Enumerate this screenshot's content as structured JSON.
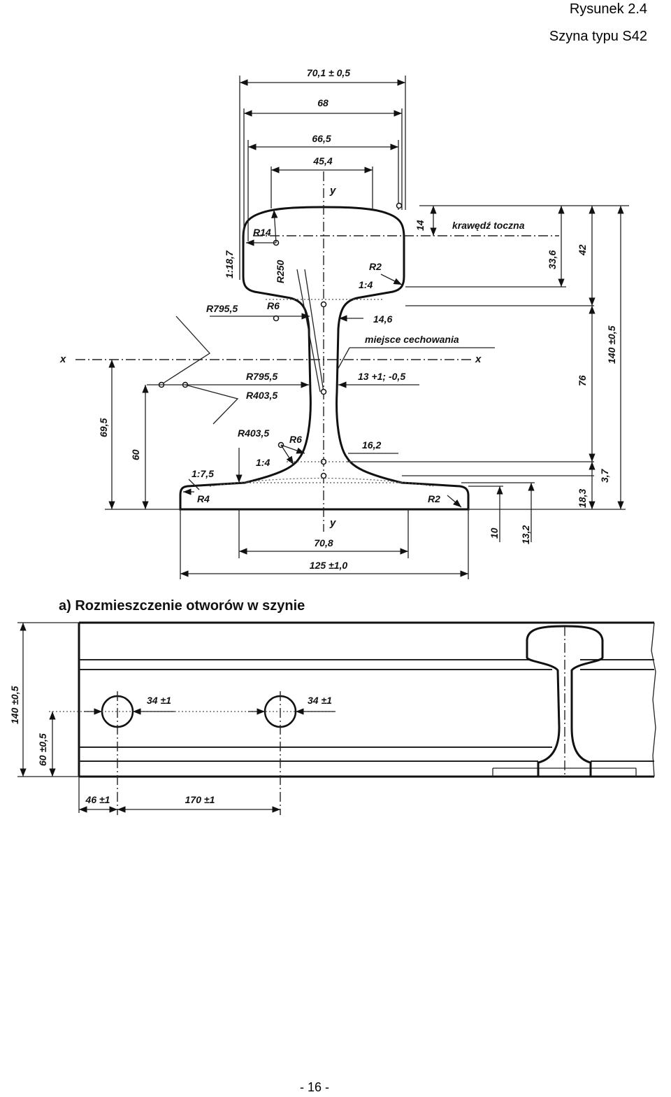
{
  "header": {
    "figure_caption": "Rysunek 2.4",
    "figure_subtitle": "Szyna typu S42"
  },
  "cross_section": {
    "width_labels": [
      "70,1 ± 0,5",
      "68",
      "66,5",
      "45,4"
    ],
    "axis_labels": {
      "y_top": "y",
      "y_bottom": "y",
      "x_left": "x",
      "x_right": "x"
    },
    "head_labels": [
      "R14",
      "1:18,7",
      "R250",
      "R2",
      "1:4",
      "14",
      "krawędź toczna",
      "33,6",
      "42"
    ],
    "web_labels": [
      "R795,5",
      "R6",
      "14,6",
      "miejsce cechowania",
      "R795,5",
      "R403,5",
      "13 +1; -0,5",
      "76",
      "140 ±0,5"
    ],
    "foot_labels": [
      "69,5",
      "60",
      "R403,5",
      "R6",
      "16,2",
      "1:4",
      "1:7,5",
      "R4",
      "R2",
      "3,7",
      "18,3",
      "10",
      "13,2"
    ],
    "bottom_labels": [
      "70,8",
      "125 ±1,0"
    ]
  },
  "holes_section": {
    "title": "a) Rozmieszczenie otworów w szynie",
    "hole_labels": [
      "34 ±1",
      "34 ±1"
    ],
    "vertical_labels": [
      "140 ±0,5",
      "60 ±0,5"
    ],
    "spacing_labels": [
      "46 ±1",
      "170 ±1"
    ]
  },
  "footer": {
    "page_number": "- 16 -"
  }
}
